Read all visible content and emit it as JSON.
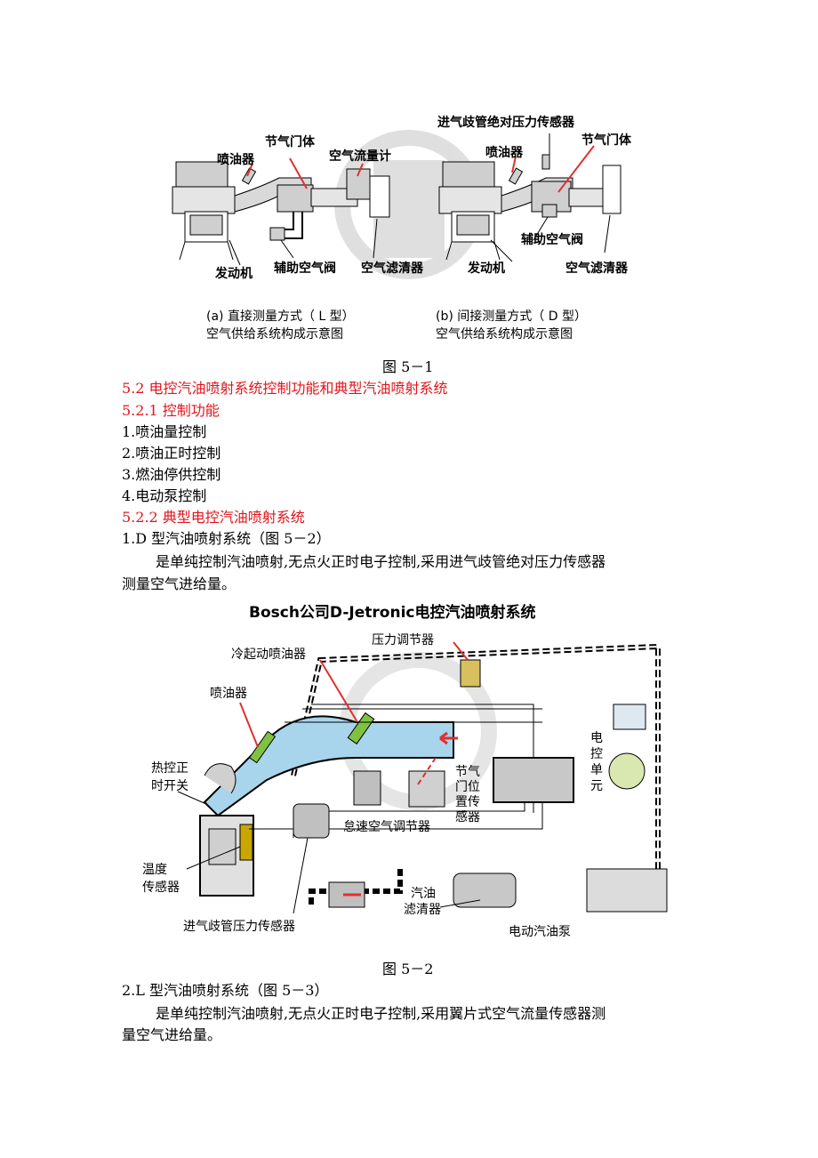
{
  "figure1": {
    "left": {
      "labels": {
        "throttle_body": "节气门体",
        "injector": "喷油器",
        "airflow_meter": "空气流量计",
        "engine": "发动机",
        "aux_air_valve": "辅助空气阀",
        "air_filter": "空气滤清器"
      },
      "caption_line1": "(a) 直接测量方式（ L 型）",
      "caption_line2": "空气供给系统构成示意图"
    },
    "right": {
      "labels": {
        "map_sensor": "进气歧管绝对压力传感器",
        "injector": "喷油器",
        "throttle_body": "节气门体",
        "aux_air_valve": "辅助空气阀",
        "engine": "发动机",
        "air_filter": "空气滤清器"
      },
      "caption_line1": "(b) 间接测量方式（ D 型）",
      "caption_line2": "空气供给系统构成示意图"
    },
    "caption": "图 5－1"
  },
  "sections": {
    "h52": "5.2 电控汽油喷射系统控制功能和典型汽油喷射系统",
    "h521": "5.2.1 控制功能",
    "items": [
      "1.喷油量控制",
      "2.喷油正时控制",
      "3.燃油停供控制",
      "4.电动泵控制"
    ],
    "h522": "5.2.2 典型电控汽油喷射系统",
    "d_title": "1.D 型汽油喷射系统（图 5－2）",
    "d_para_line1": "是单纯控制汽油喷射,无点火正时电子控制,采用进气歧管绝对压力传感器",
    "d_para_line2": "测量空气进给量。"
  },
  "figure2": {
    "title": "Bosch公司D-Jetronic电控汽油喷射系统",
    "labels": {
      "pressure_regulator": "压力调节器",
      "cold_start_injector": "冷起动喷油器",
      "injector": "喷油器",
      "thermo_time_switch_1": "热控正",
      "thermo_time_switch_2": "时开关",
      "ecu": [
        "电",
        "控",
        "单",
        "元"
      ],
      "tps": [
        "节气",
        "门位",
        "置传",
        "感器"
      ],
      "idle_air": "怠速空气调节器",
      "temp_sensor_1": "温度",
      "temp_sensor_2": "传感器",
      "fuel_filter_1": "汽油",
      "fuel_filter_2": "滤清器",
      "map_sensor": "进气歧管压力传感器",
      "fuel_pump": "电动汽油泵"
    },
    "caption": "图 5－2"
  },
  "section_l": {
    "title": "2.L 型汽油喷射系统（图 5－3）",
    "para_line1": "是单纯控制汽油喷射,无点火正时电子控制,采用翼片式空气流量传感器测",
    "para_line2": "量空气进给量。"
  },
  "colors": {
    "heading_red": "#e0151b",
    "intake_blue": "#a8d4ec",
    "arrow_red": "#e03030"
  }
}
